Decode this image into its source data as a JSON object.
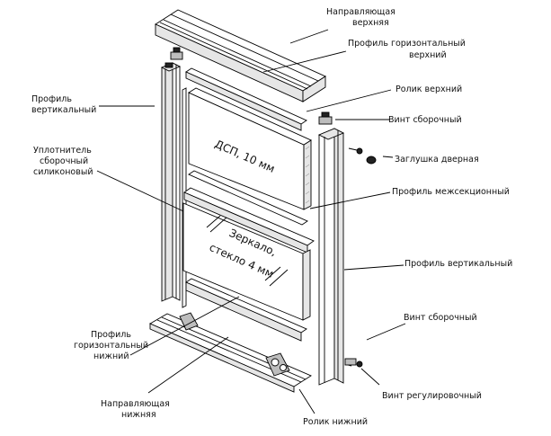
{
  "labels": {
    "top_guide_l1": "Направляющая",
    "top_guide_l2": "верхняя",
    "top_horizontal_l1": "Профиль горизонтальный",
    "top_horizontal_l2": "верхний",
    "top_roller": "Ролик верхний",
    "assembly_screw_top": "Винт сборочный",
    "door_plug": "Заглушка дверная",
    "intersection_profile": "Профиль межсекционный",
    "vertical_right": "Профиль вертикальный",
    "assembly_screw_bottom": "Винт сборочный",
    "adjusting_screw": "Винт регулировочный",
    "bottom_roller": "Ролик нижний",
    "bottom_guide_l1": "Направляющая",
    "bottom_guide_l2": "нижняя",
    "bottom_horizontal_l1": "Профиль",
    "bottom_horizontal_l2": "горизонтальный",
    "bottom_horizontal_l3": "нижний",
    "seal_l1": "Уплотнитель",
    "seal_l2": "сборочный",
    "seal_l3": "силиконовый",
    "vertical_left_l1": "Профиль",
    "vertical_left_l2": "вертикальный"
  },
  "panels": {
    "chipboard": "ДСП, 10 мм",
    "mirror_l1": "Зеркало,",
    "mirror_l2": "стекло 4 мм"
  }
}
